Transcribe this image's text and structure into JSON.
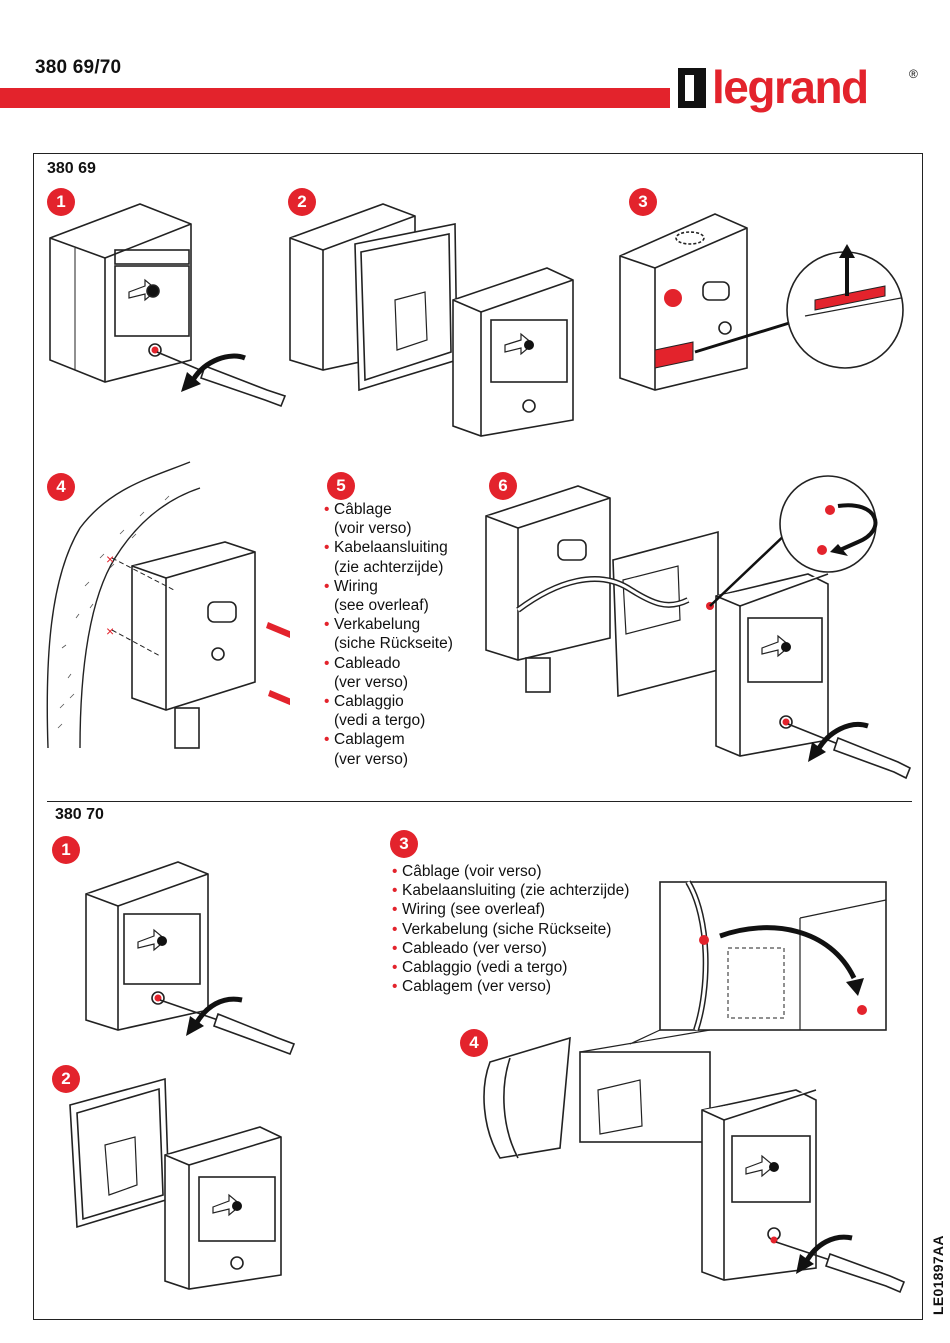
{
  "header": {
    "doc_code": "380 69/70",
    "brand": "legrand",
    "registered_mark": "®"
  },
  "colors": {
    "accent_red": "#e3232c",
    "line": "#222222"
  },
  "section1": {
    "title": "380 69",
    "steps": [
      "1",
      "2",
      "3",
      "4",
      "5",
      "6"
    ],
    "step5_text": [
      {
        "main": "Câblage",
        "sub": "(voir verso)"
      },
      {
        "main": "Kabelaansluiting",
        "sub": "(zie achterzijde)"
      },
      {
        "main": "Wiring",
        "sub": "(see overleaf)"
      },
      {
        "main": "Verkabelung",
        "sub": "(siche Rückseite)"
      },
      {
        "main": "Cableado",
        "sub": "(ver verso)"
      },
      {
        "main": "Cablaggio",
        "sub": "(vedi a tergo)"
      },
      {
        "main": "Cablagem",
        "sub": "(ver verso)"
      }
    ]
  },
  "section2": {
    "title": "380 70",
    "steps": [
      "1",
      "2",
      "3",
      "4"
    ],
    "step3_text": [
      "Câblage (voir verso)",
      "Kabelaansluiting (zie achterzijde)",
      "Wiring (see overleaf)",
      "Verkabelung (siche Rückseite)",
      "Cableado (ver verso)",
      "Cablaggio (vedi a tergo)",
      "Cablagem (ver verso)"
    ]
  },
  "footer": {
    "side_code": "LE01897AA"
  },
  "icons": [
    "call-point-icon",
    "screwdriver-icon",
    "screw-icon",
    "arrow-icon"
  ]
}
